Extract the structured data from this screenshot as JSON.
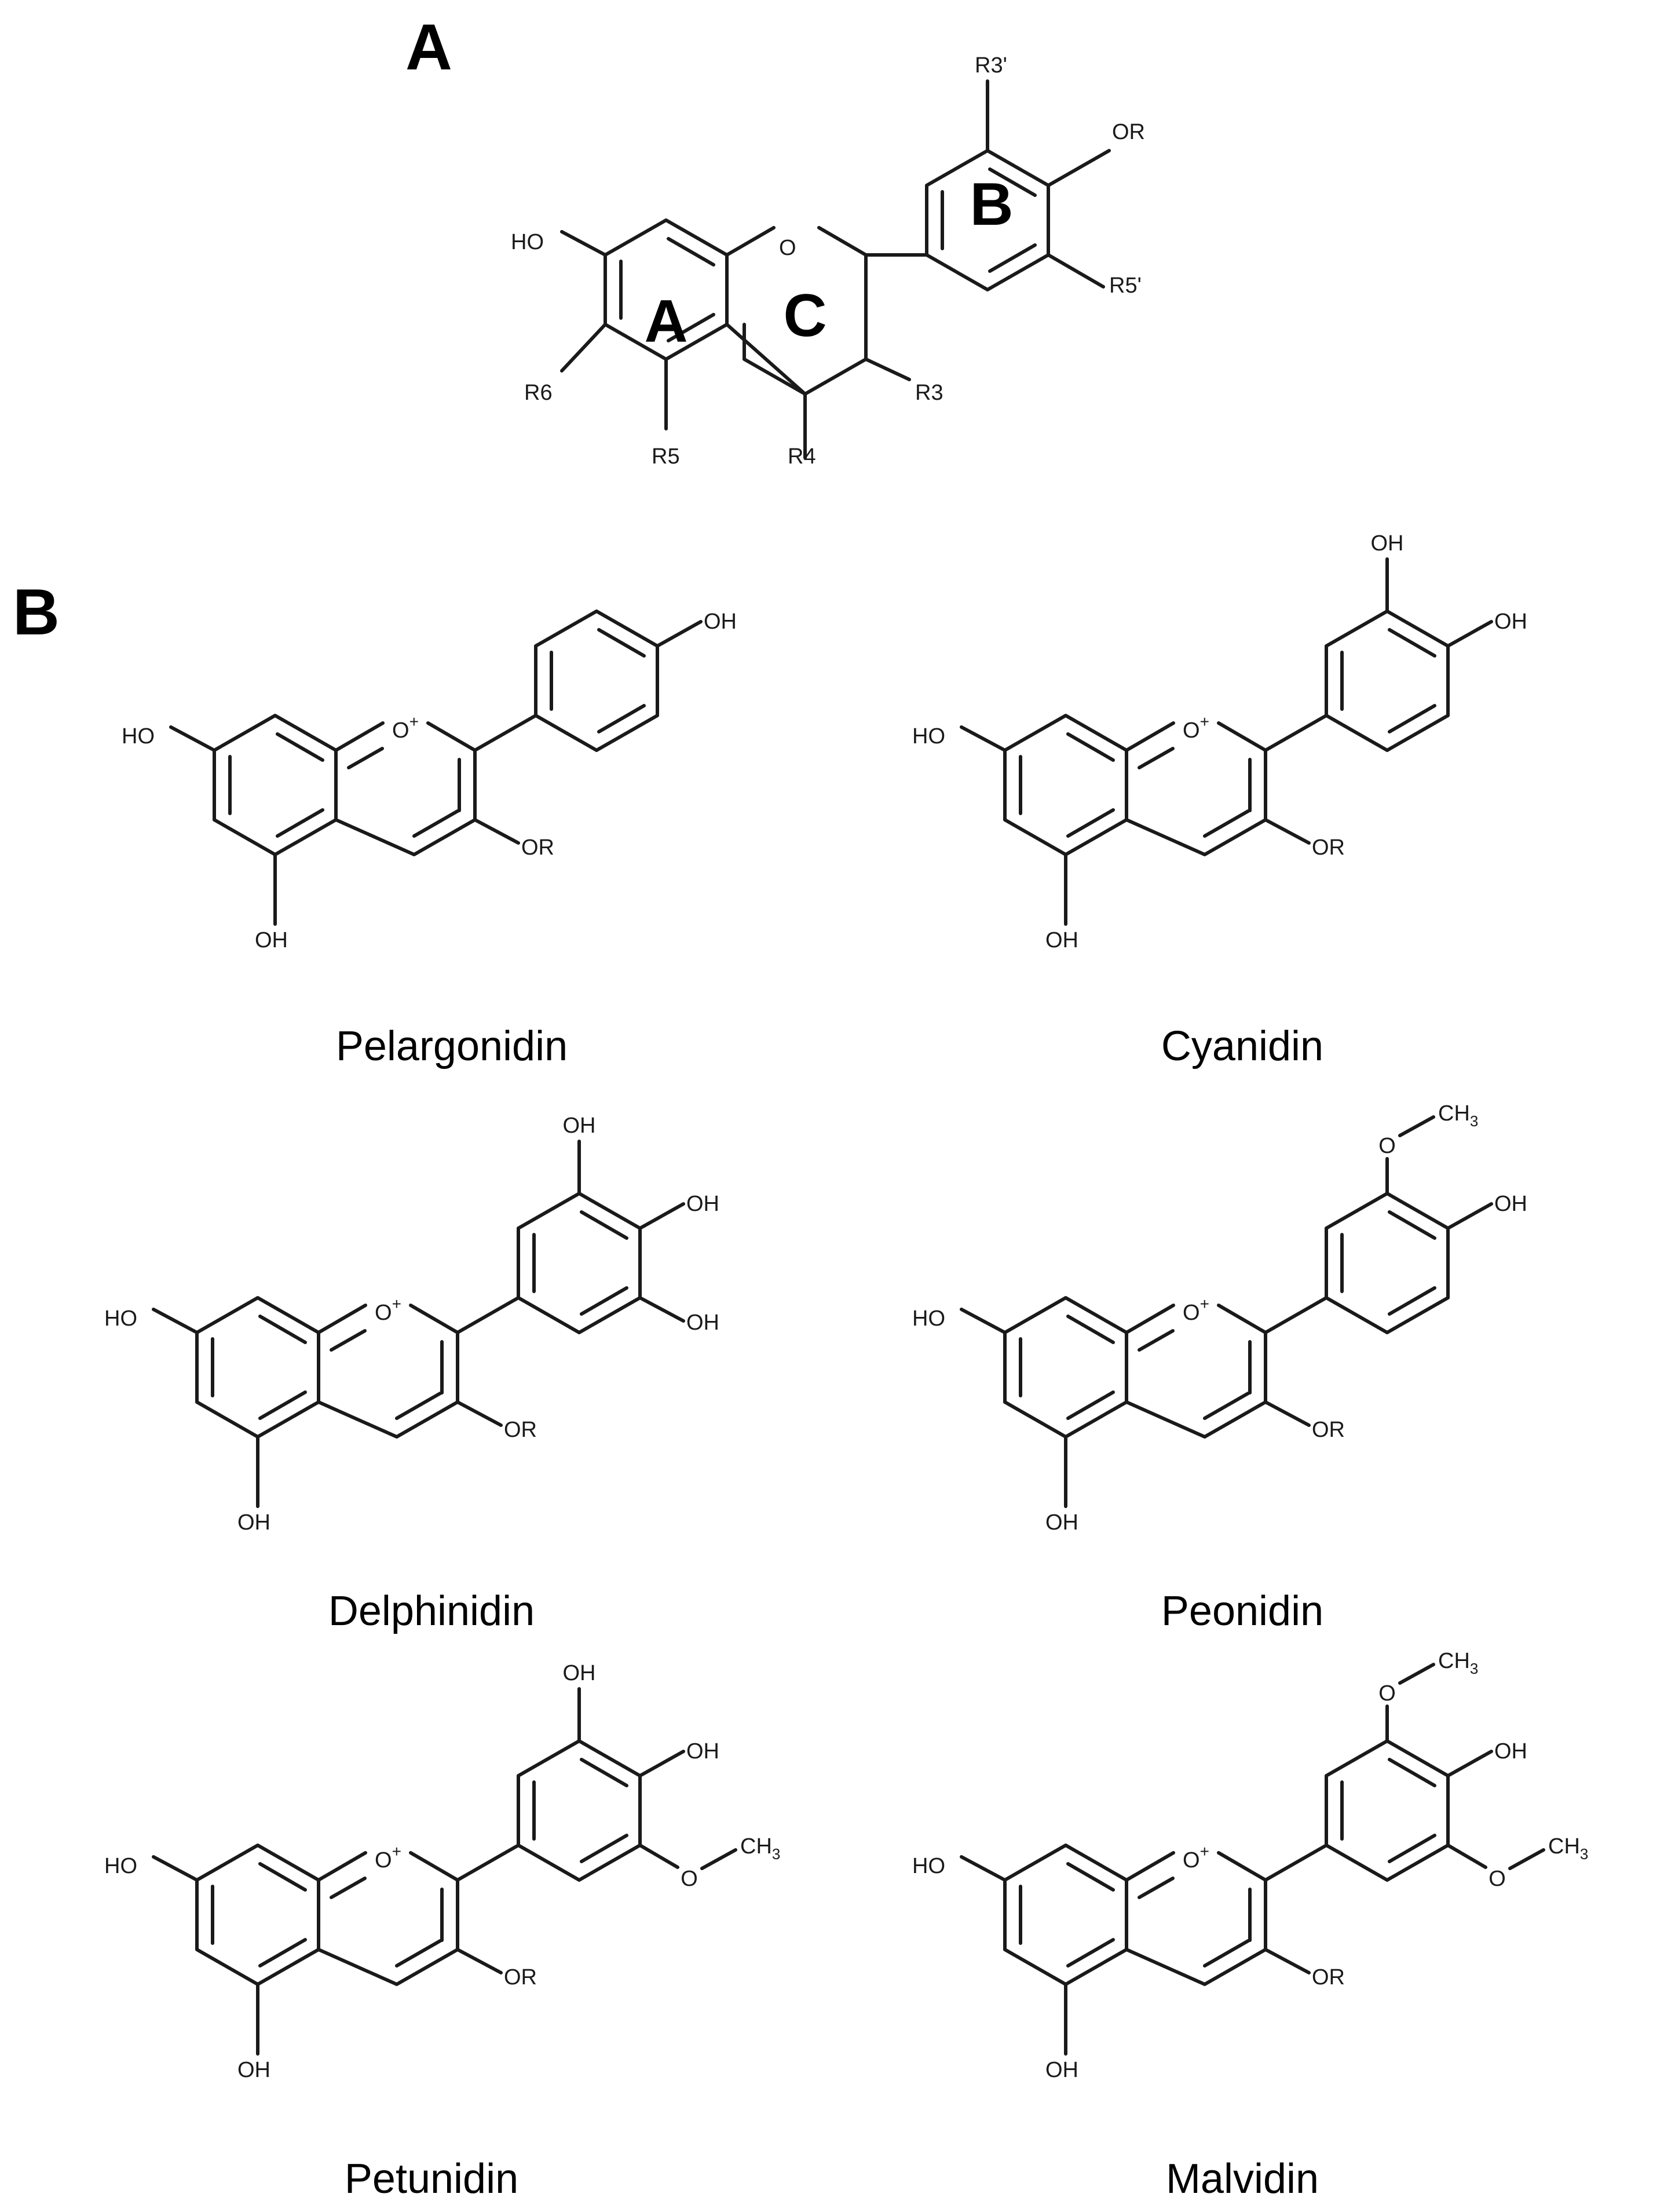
{
  "panels": {
    "a": {
      "letter": "A"
    },
    "b": {
      "letter": "B"
    }
  },
  "general_structure": {
    "ring_letters": {
      "a": "A",
      "b": "B",
      "c": "C"
    },
    "atoms": {
      "ho7": "HO",
      "o1": "O",
      "or4p": "OR",
      "r3p": "R3'",
      "r5p": "R5'",
      "r3": "R3",
      "r4": "R4",
      "r5": "R5",
      "r6": "R6"
    }
  },
  "compounds": [
    {
      "name": "Pelargonidin",
      "b_substituents": {
        "3": "",
        "4": "OH",
        "5": ""
      }
    },
    {
      "name": "Cyanidin",
      "b_substituents": {
        "3": "OH",
        "4": "OH",
        "5": ""
      }
    },
    {
      "name": "Delphinidin",
      "b_substituents": {
        "3": "OH",
        "4": "OH",
        "5": "OH"
      }
    },
    {
      "name": "Peonidin",
      "b_substituents": {
        "3": "OCH3",
        "4": "OH",
        "5": ""
      }
    },
    {
      "name": "Petunidin",
      "b_substituents": {
        "3": "OH",
        "4": "OH",
        "5": "OCH3"
      }
    },
    {
      "name": "Malvidin",
      "b_substituents": {
        "3": "OCH3",
        "4": "OH",
        "5": "OCH3"
      }
    }
  ],
  "common_labels": {
    "ho": "HO",
    "oh": "OH",
    "oplus": "O",
    "plus": "+",
    "or": "OR",
    "o": "O",
    "ch": "CH",
    "sub3": "3"
  }
}
